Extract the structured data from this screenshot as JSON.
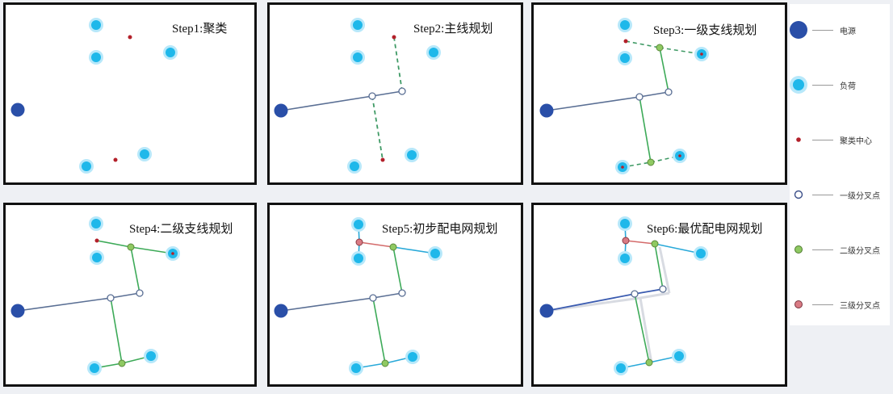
{
  "panels": [
    {
      "id": "step1",
      "title": "Step1:聚类"
    },
    {
      "id": "step2",
      "title": "Step2:主线规划"
    },
    {
      "id": "step3",
      "title": "Step3:一级支线规划"
    },
    {
      "id": "step4",
      "title": "Step4:二级支线规划"
    },
    {
      "id": "step5",
      "title": "Step5:初步配电网规划"
    },
    {
      "id": "step6",
      "title": "Step6:最优配电网规划"
    }
  ],
  "legend": [
    {
      "icon": "power-source-icon",
      "label": "电源"
    },
    {
      "icon": "load-icon",
      "label": "负荷"
    },
    {
      "icon": "cluster-center-icon",
      "label": "聚类中心"
    },
    {
      "icon": "level1-branch-node-icon",
      "label": "一级分叉点"
    },
    {
      "icon": "level2-branch-node-icon",
      "label": "二级分叉点"
    },
    {
      "icon": "level3-branch-node-icon",
      "label": "三级分叉点"
    }
  ],
  "colors": {
    "power_source": "#2a4fa8",
    "load": "#1fb8ea",
    "load_halo": "#b7e8fa",
    "cluster_center": "#b3202a",
    "main_line": "#5a6f94",
    "level1_line": "#3daa58",
    "level2_line": "#d46b6b",
    "load_line": "#29a9d9",
    "level2_node": "#8fc962",
    "level3_node": "#d97b84"
  }
}
